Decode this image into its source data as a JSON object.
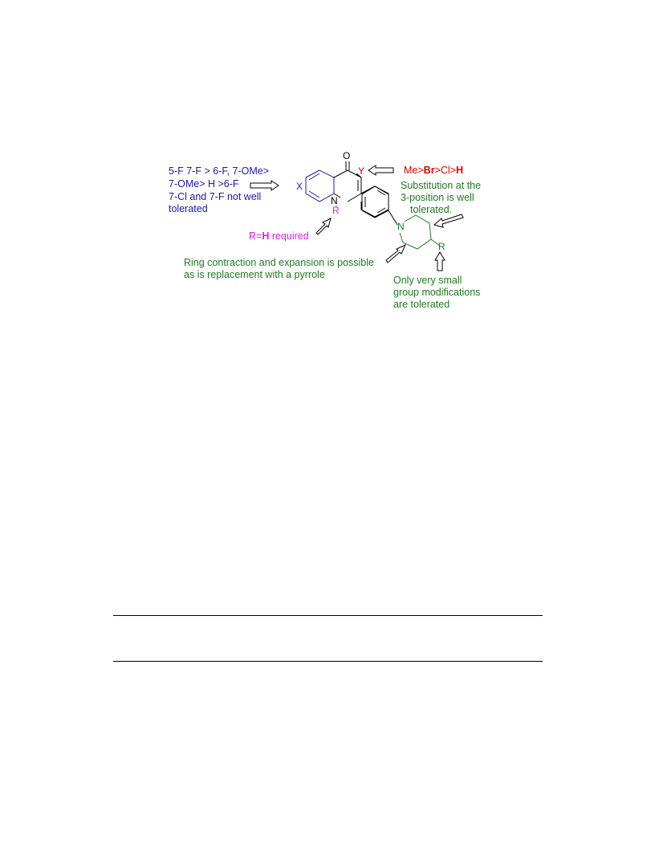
{
  "annotations": {
    "benzo_line1": "5-F 7-F > 6-F, 7-OMe>",
    "benzo_line2": "7-OMe> H >6-F",
    "benzo_line3": "7-Cl and 7-F not well",
    "benzo_line4": "tolerated",
    "y_prefix": "Me>",
    "y_br": "Br",
    "y_mid": ">Cl>",
    "y_h": "H",
    "sub3_line1": "Substitution at the",
    "sub3_line2": "3-position is well",
    "sub3_line3": "tolerated.",
    "nr_prefix": "R=",
    "nr_h": "H",
    "nr_suffix": " required",
    "ring_line1": "Ring contraction and expansion is possible",
    "ring_line2": "as is replacement with a pyrrole",
    "small_line1": "Only very small",
    "small_line2": "group modifications",
    "small_line3": "are tolerated"
  },
  "atoms": {
    "oxygen": "O",
    "x_sub": "X",
    "y_sub": "Y",
    "n_quinolone": "N",
    "r_nitrogen": "R",
    "n_piperidine": "N",
    "r_piperidine": "R"
  },
  "colors": {
    "benzo": "#1a1aa8",
    "y_position": "#e00000",
    "piperidine": "#1f7a1f",
    "n_substituent": "#e020e0"
  }
}
